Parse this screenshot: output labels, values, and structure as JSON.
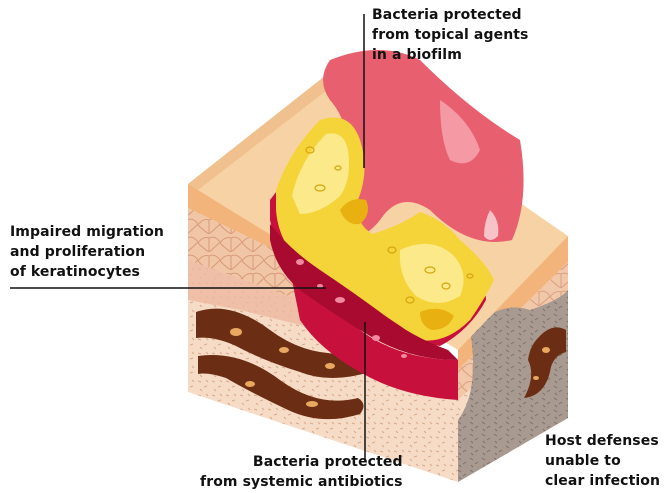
{
  "labels": {
    "biofilm": [
      "Bacteria protected",
      "from topical agents",
      "in a biofilm"
    ],
    "keratinocytes": [
      "Impaired migration",
      "and proliferation",
      "of keratinocytes"
    ],
    "systemic": [
      "Bacteria protected",
      "from systemic antibiotics"
    ],
    "host_defense": [
      "Host defenses",
      "unable to",
      "clear infection"
    ]
  },
  "colors": {
    "epidermis": "#f5c89a",
    "dermis": "#f2d2b8",
    "cell_outline": "#d99a7a",
    "wound_bed": "#c8103c",
    "biofilm_yellow": "#f5d43a",
    "biofilm_pale": "#fbe98a",
    "slough_pink": "#e8606f",
    "vessel": "#6b2e14",
    "infection_gray": "#9a8a80"
  }
}
